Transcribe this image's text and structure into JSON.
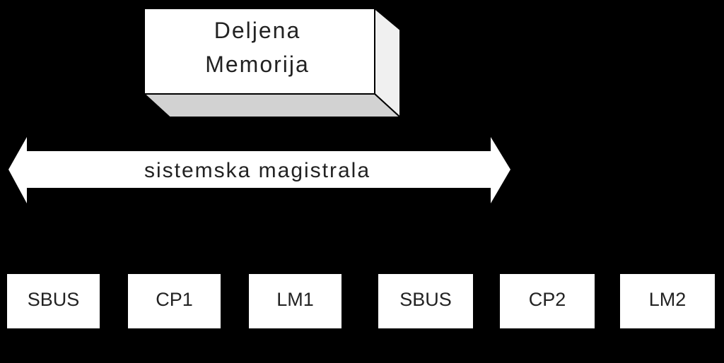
{
  "colors": {
    "background": "#000000",
    "box_front": "#ffffff",
    "box_side": "#f0f0f0",
    "box_bottom": "#d2d2d2",
    "text": "#222222"
  },
  "memory": {
    "line1": "Deljena",
    "line2": "Memorija"
  },
  "bus": {
    "label": "sistemska magistrala"
  },
  "modules": [
    {
      "label": "SBUS"
    },
    {
      "label": "CP1"
    },
    {
      "label": "LM1"
    },
    {
      "label": "SBUS"
    },
    {
      "label": "CP2"
    },
    {
      "label": "LM2"
    }
  ]
}
